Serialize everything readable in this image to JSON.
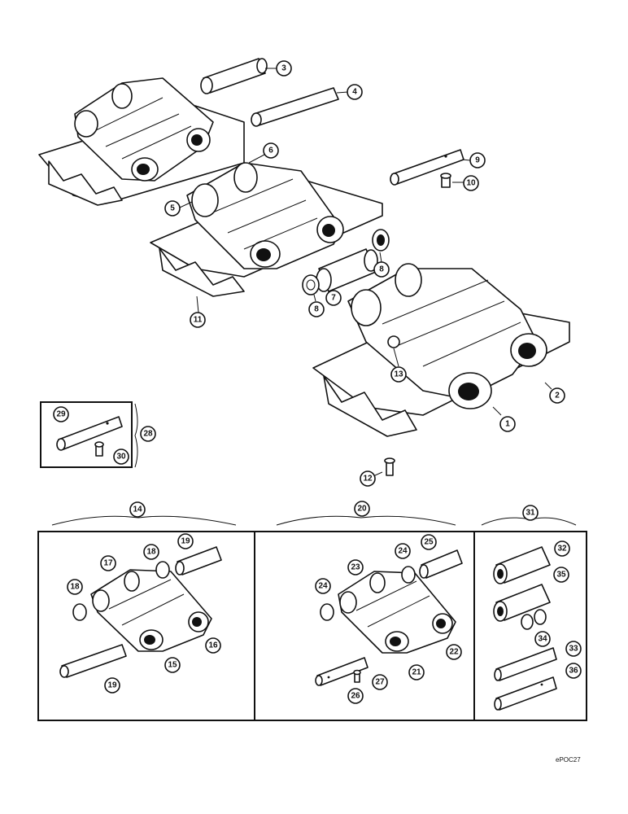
{
  "callouts": {
    "c1": "1",
    "c2": "2",
    "c3": "3",
    "c4": "4",
    "c5": "5",
    "c6": "6",
    "c7": "7",
    "c8a": "8",
    "c8b": "8",
    "c9": "9",
    "c10": "10",
    "c11": "11",
    "c12": "12",
    "c13": "13",
    "c14": "14",
    "c15": "15",
    "c16": "16",
    "c17": "17",
    "c18a": "18",
    "c18b": "18",
    "c19a": "19",
    "c19b": "19",
    "c20": "20",
    "c21": "21",
    "c22": "22",
    "c23": "23",
    "c24a": "24",
    "c24b": "24",
    "c25": "25",
    "c26": "26",
    "c27": "27",
    "c28": "28",
    "c29": "29",
    "c30": "30",
    "c31": "31",
    "c32": "32",
    "c33": "33",
    "c34": "34",
    "c35": "35",
    "c36": "36"
  },
  "drawing_code": "ePOC27"
}
